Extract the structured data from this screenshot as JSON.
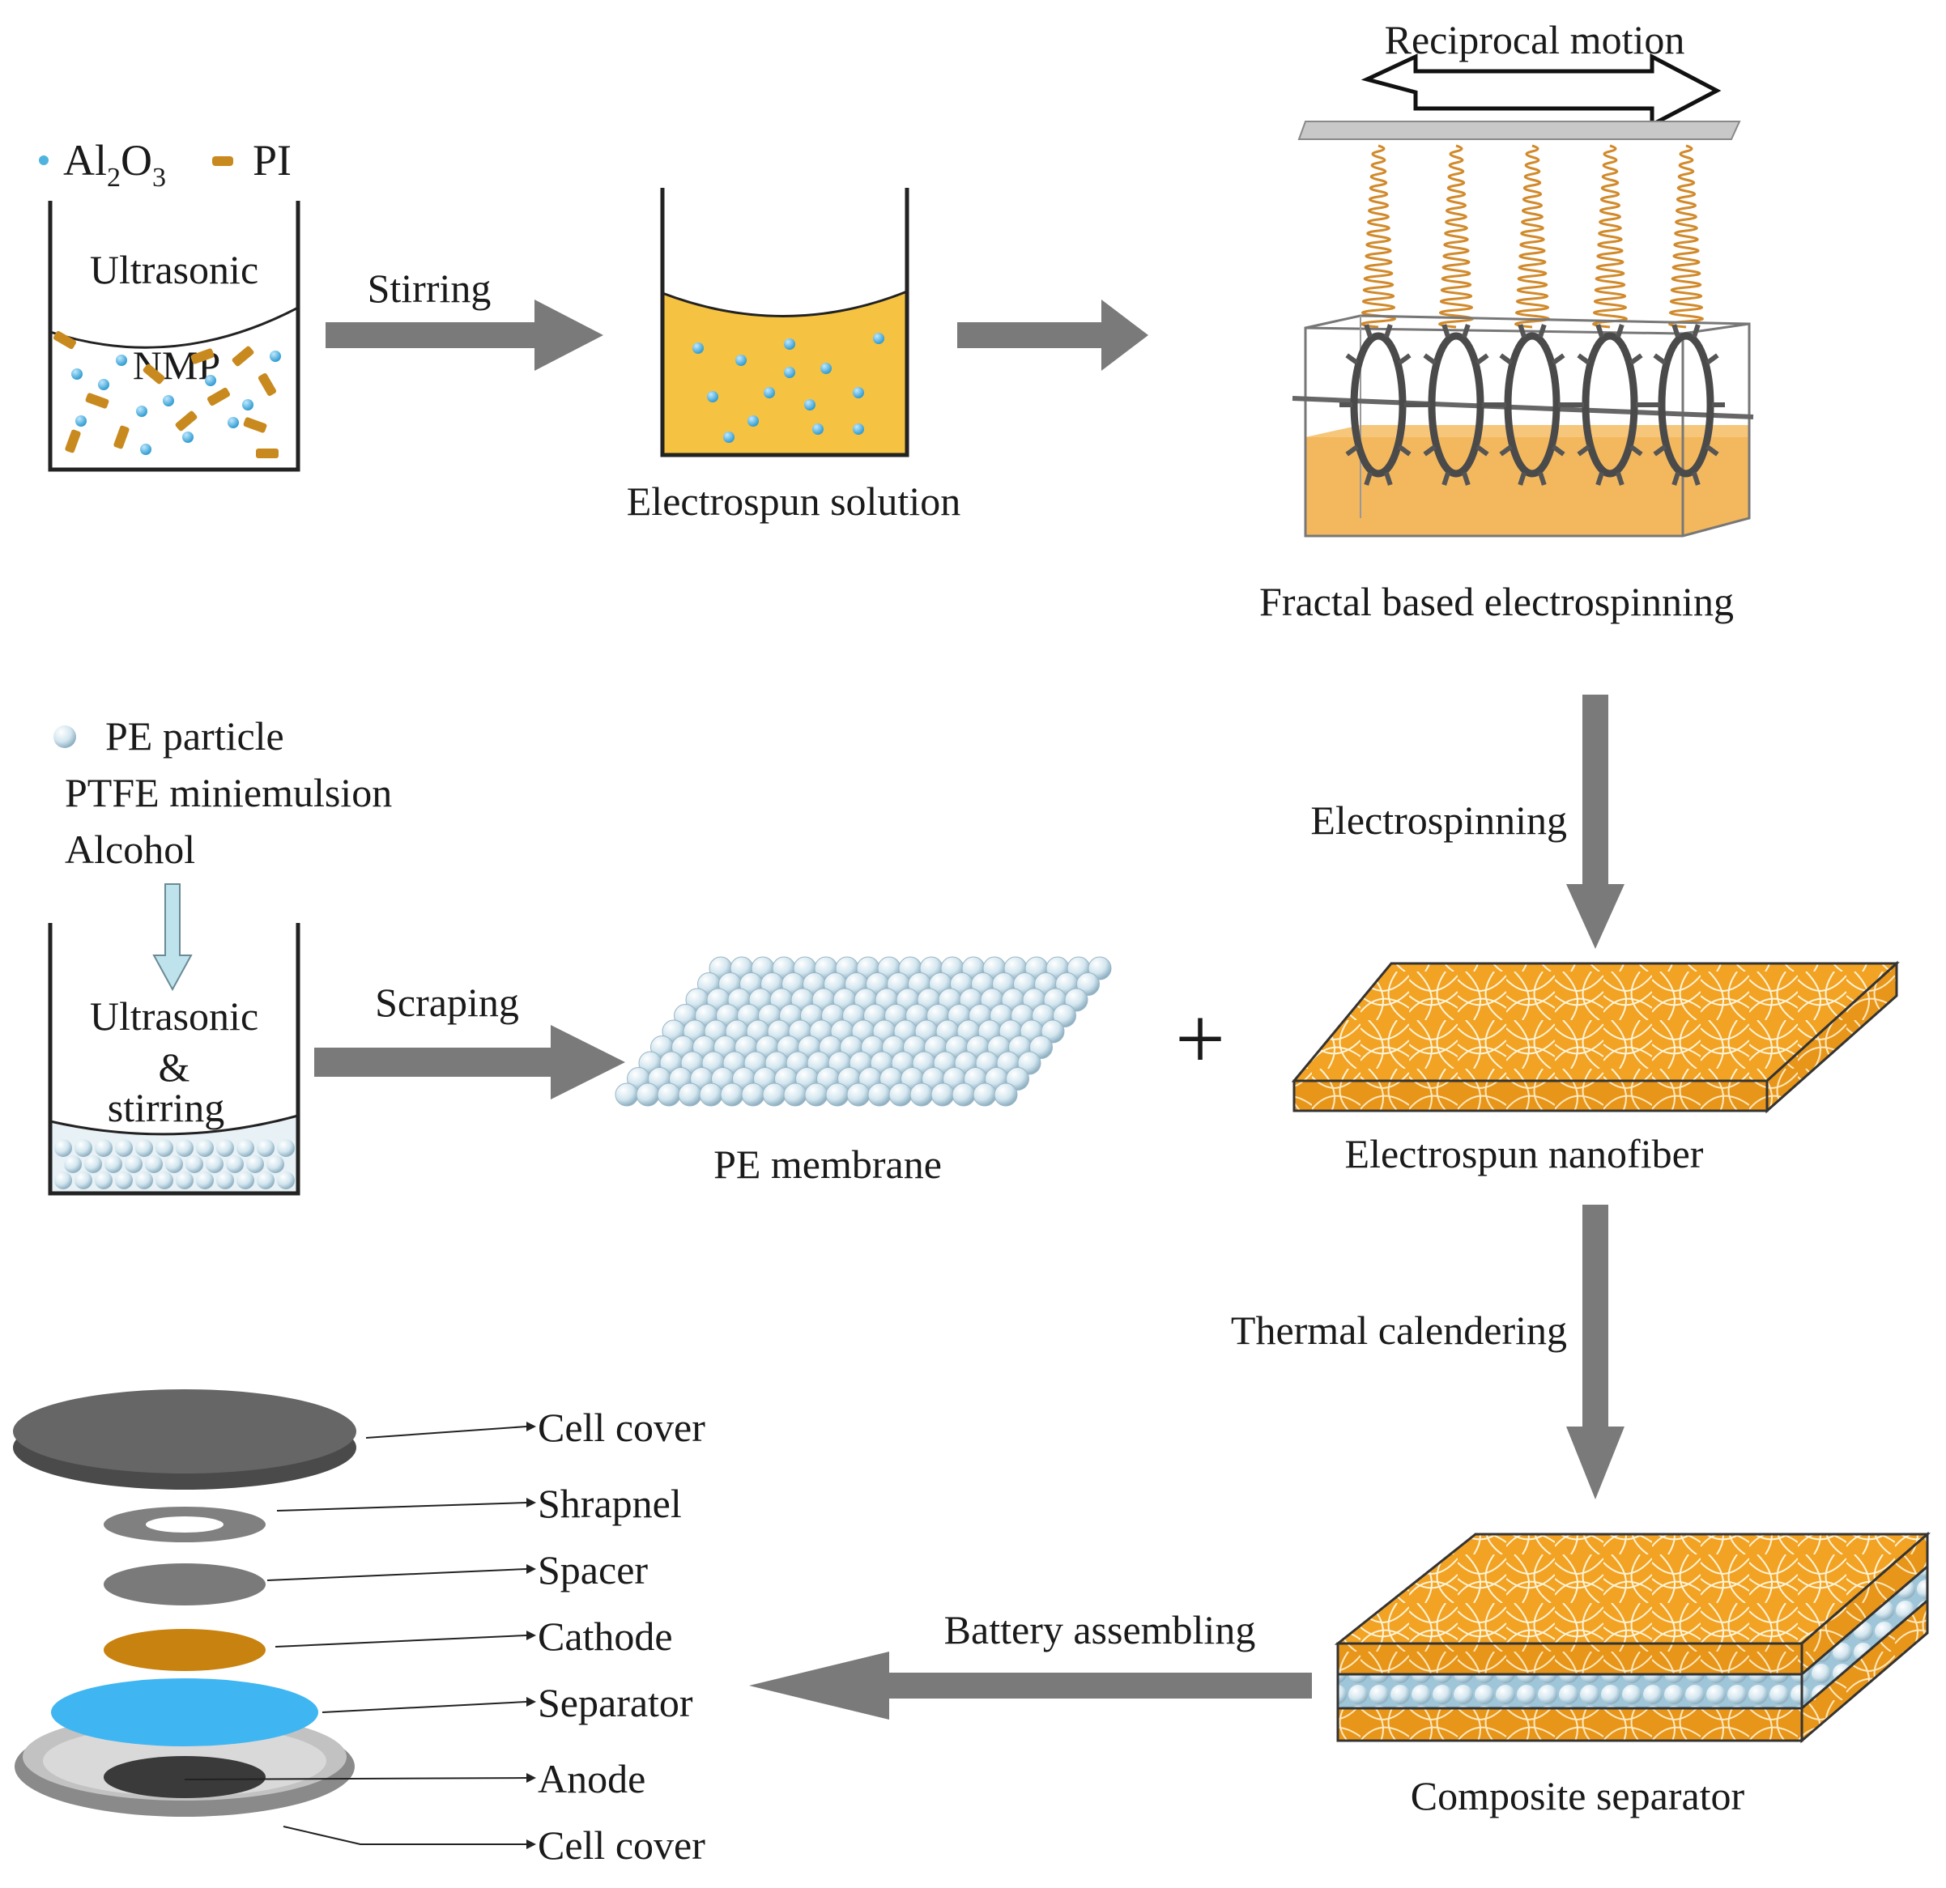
{
  "legend": {
    "al2o3_main": "Al",
    "al2o3_sub1": "2",
    "al2o3_mid": "O",
    "al2o3_sub2": "3",
    "pi": "PI",
    "colors": {
      "al2o3": "#4fb3df",
      "pi": "#c88a1e"
    }
  },
  "beaker1": {
    "label": "Ultrasonic",
    "solvent": "NMP"
  },
  "stirring_label": "Stirring",
  "solution_label": "Electrospun  solution",
  "electrospinning_setup": {
    "motion_label": "Reciprocal motion",
    "caption": "Fractal based electrospinning",
    "colors": {
      "bath": "#f2b04c",
      "spring": "#d18a2b"
    }
  },
  "electrospinning_label": "Electrospinning",
  "pe_recipe": {
    "line1": "PE particle",
    "line2": "PTFE miniemulsion",
    "line3": "Alcohol"
  },
  "beaker2": {
    "line1": "Ultrasonic",
    "line2": "&",
    "line3": "stirring"
  },
  "scraping_label": "Scraping",
  "pe_membrane_label": "PE membrane",
  "plus_sign": "+",
  "nanofiber_label": "Electrospun nanofiber",
  "thermal_label": "Thermal calendering",
  "composite_label": "Composite separator",
  "battery_label": "Battery assembling",
  "battery_parts": [
    "Cell cover",
    "Shrapnel",
    "Spacer",
    "Cathode",
    "Separator",
    "Anode",
    "Cell cover"
  ],
  "colors": {
    "arrow": "#7a7a7a",
    "fiber": "#f2a324",
    "separator": "#3fb6f2",
    "cathode": "#c8820f",
    "cover": "#5a5a5a"
  }
}
